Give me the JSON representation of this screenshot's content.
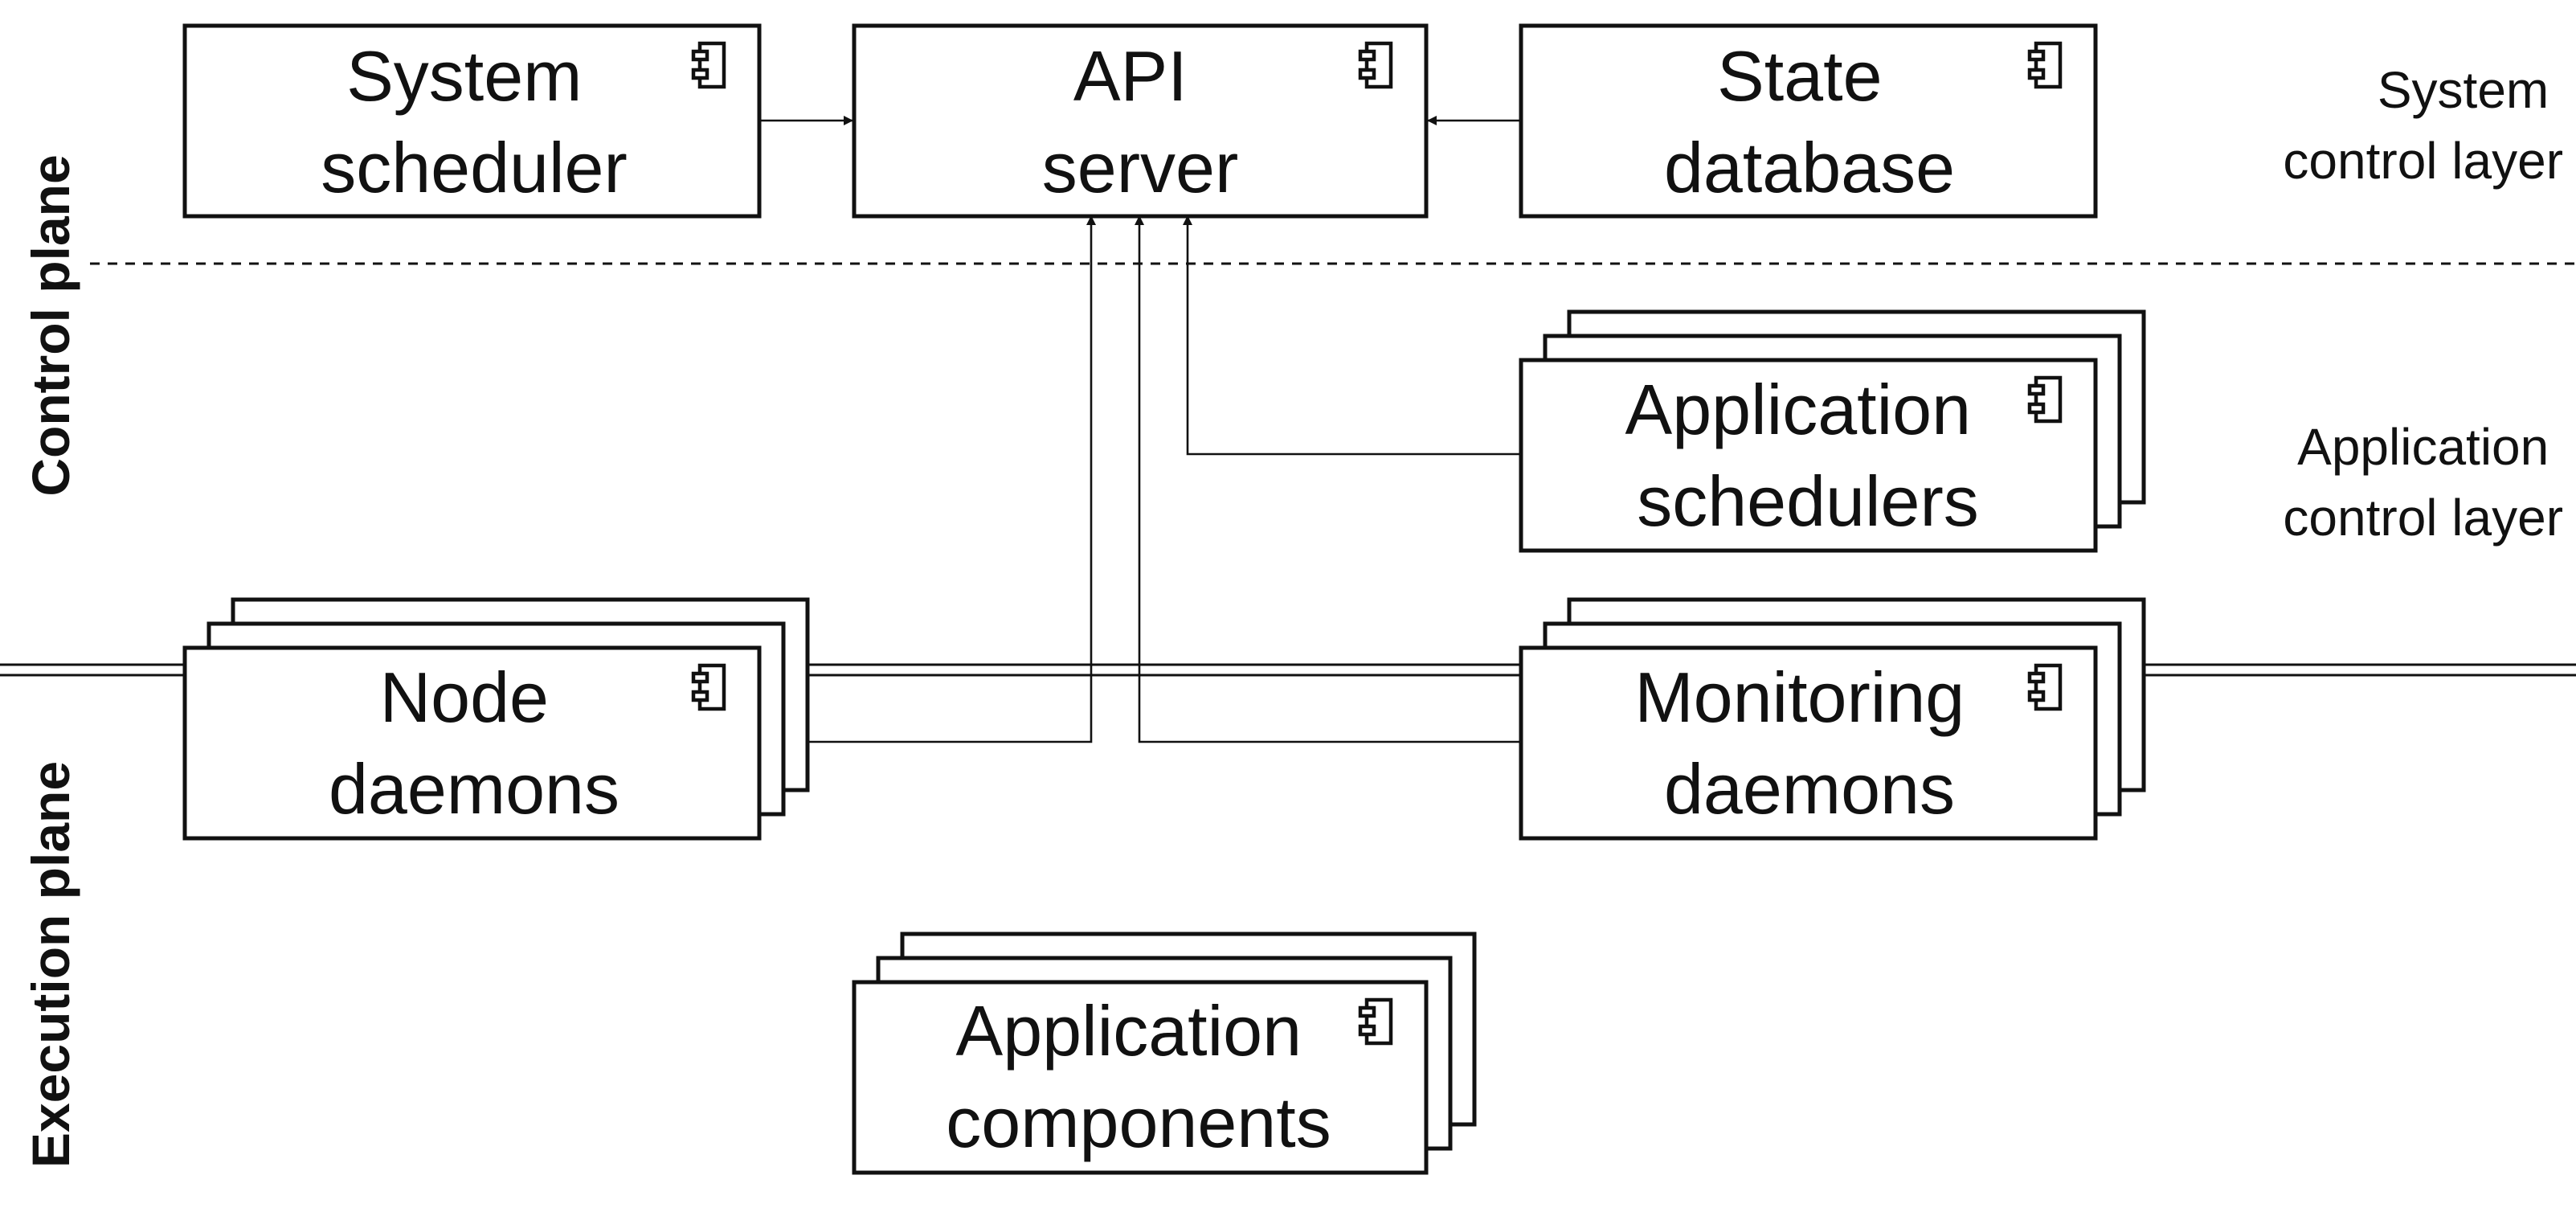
{
  "planes": {
    "control": "Control plane",
    "execution": "Execution plane"
  },
  "layers": {
    "system_control": [
      "System",
      "control layer"
    ],
    "application_control": [
      "Application",
      "control layer"
    ]
  },
  "components": {
    "system_scheduler": [
      "System",
      "scheduler"
    ],
    "api_server": [
      "API",
      "server"
    ],
    "state_database": [
      "State",
      "database"
    ],
    "application_schedulers": [
      "Application",
      "schedulers"
    ],
    "node_daemons": [
      "Node",
      "daemons"
    ],
    "monitoring_daemons": [
      "Monitoring",
      "daemons"
    ],
    "application_components": [
      "Application",
      "components"
    ]
  },
  "icon": "uml-component-icon"
}
